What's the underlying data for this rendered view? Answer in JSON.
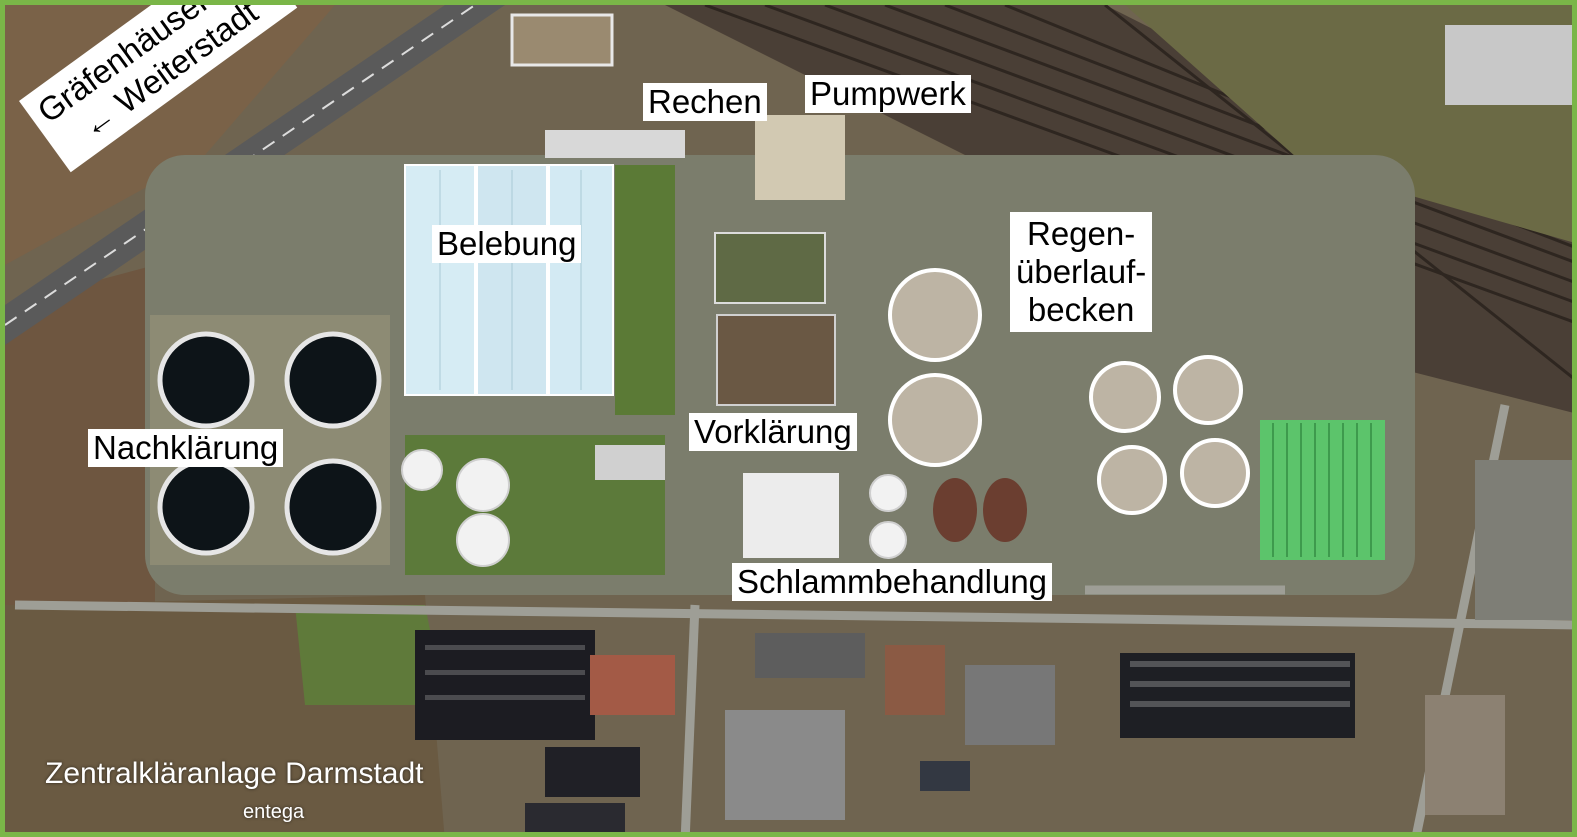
{
  "title": "Zentralkläranlage Darmstadt",
  "subtitle": "entega",
  "road_label": {
    "line1": "Gräfenhäuser Str.",
    "line2": "← Weiterstadt"
  },
  "labels": {
    "rechen": "Rechen",
    "pumpwerk": "Pumpwerk",
    "belebung": "Belebung",
    "regen_line1": "Regen-",
    "regen_line2": "überlauf-",
    "regen_line3": "becken",
    "nachklaerung": "Nachklärung",
    "vorklaerung": "Vorklärung",
    "schlammbehandlung": "Schlammbehandlung"
  },
  "colors": {
    "frame": "#7ab648",
    "label_bg": "#ffffff",
    "field": "#6b5a44",
    "grass": "#5d7a3a",
    "water_dark": "#0d1418",
    "aeration_basin": "#cfe6f0",
    "green_roof": "#5cc46b"
  }
}
